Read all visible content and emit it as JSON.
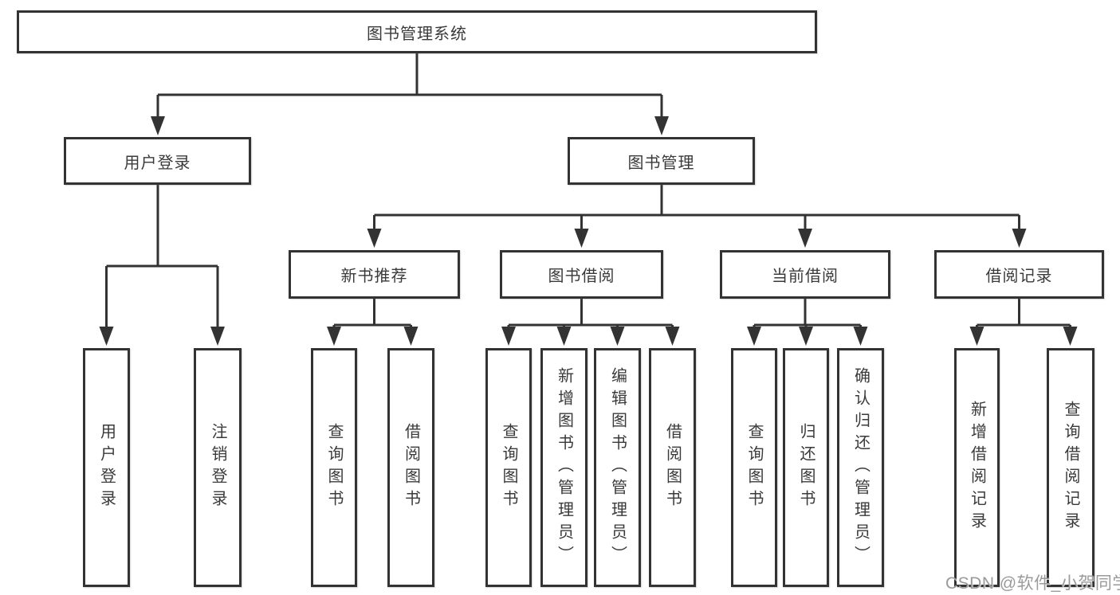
{
  "tree": {
    "root": {
      "label": "图书管理系统",
      "children": [
        {
          "label": "用户登录",
          "children": [
            {
              "label": "用户登录"
            },
            {
              "label": "注销登录"
            }
          ]
        },
        {
          "label": "图书管理",
          "children": [
            {
              "label": "新书推荐",
              "children": [
                {
                  "label": "查询图书"
                },
                {
                  "label": "借阅图书"
                }
              ]
            },
            {
              "label": "图书借阅",
              "children": [
                {
                  "label": "查询图书"
                },
                {
                  "label": "新增图书（管理员）"
                },
                {
                  "label": "编辑图书（管理员）"
                },
                {
                  "label": "借阅图书"
                }
              ]
            },
            {
              "label": "当前借阅",
              "children": [
                {
                  "label": "查询图书"
                },
                {
                  "label": "归还图书"
                },
                {
                  "label": "确认归还（管理员）"
                }
              ]
            },
            {
              "label": "借阅记录",
              "children": [
                {
                  "label": "新增借阅记录"
                },
                {
                  "label": "查询借阅记录"
                }
              ]
            }
          ]
        }
      ]
    }
  },
  "watermark": "CSDN @软件_小贺同学",
  "colors": {
    "line": "#333333",
    "box_border": "#333333",
    "box_background": "#ffffff",
    "text": "#3a3a3a",
    "watermark": "#9a9a9a"
  }
}
